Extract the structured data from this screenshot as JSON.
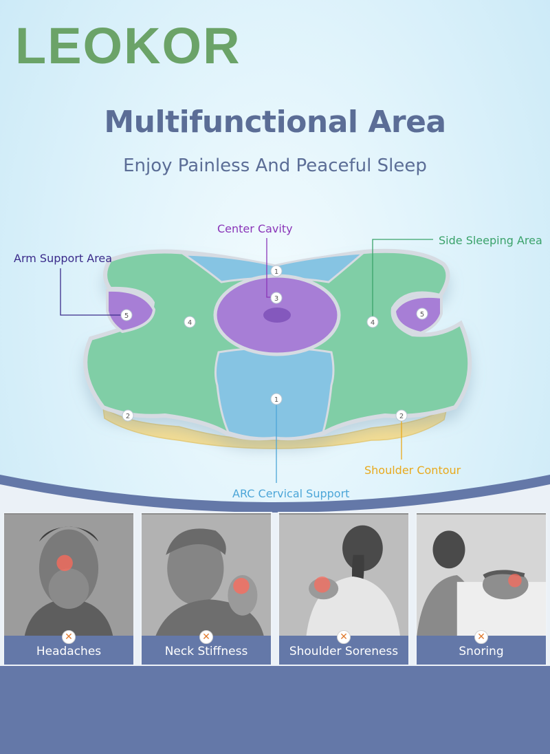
{
  "brand": {
    "logo_text": "LEOKOR",
    "logo_color": "#6ba368"
  },
  "header": {
    "title": "Multifunctional Area",
    "subtitle": "Enjoy Painless And Peaceful Sleep",
    "text_color": "#5b6d96"
  },
  "diagram": {
    "labels": {
      "center_cavity": "Center Cavity",
      "arm_support": "Arm Support Area",
      "side_sleeping": "Side Sleeping Area",
      "shoulder_contour": "Shoulder Contour",
      "arc_cervical": "ARC Cervical Support"
    },
    "markers": {
      "m1": "1",
      "m2": "2",
      "m3": "3",
      "m4": "4",
      "m5": "5"
    },
    "colors": {
      "green": "#80cea6",
      "blue": "#86c4e3",
      "purple": "#a77ed6",
      "yellow": "#f2dc93",
      "edge": "#d6dbe2"
    }
  },
  "problems": [
    {
      "label": "Headaches",
      "icon": "cross-icon"
    },
    {
      "label": "Neck Stiffness",
      "icon": "cross-icon"
    },
    {
      "label": "Shoulder Soreness",
      "icon": "cross-icon"
    },
    {
      "label": "Snoring",
      "icon": "cross-icon"
    }
  ],
  "band_color": "#6478a8"
}
